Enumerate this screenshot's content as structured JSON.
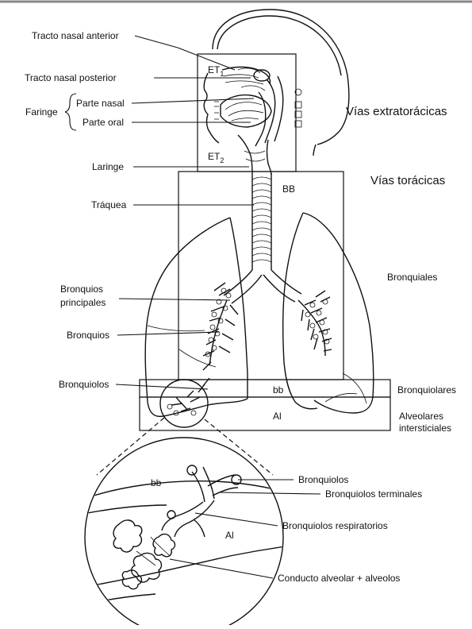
{
  "labels": {
    "tracto_nasal_anterior": "Tracto nasal anterior",
    "tracto_nasal_posterior": "Tracto nasal posterior",
    "faringe": "Faringe",
    "parte_nasal": "Parte nasal",
    "parte_oral": "Parte oral",
    "laringe": "Laringe",
    "traquea": "Tráquea",
    "bronquios_principales_1": "Bronquios",
    "bronquios_principales_2": "principales",
    "bronquios": "Bronquios",
    "bronquiolos": "Bronquiolos",
    "vias_extratoracicas": "Vías extratorácicas",
    "vias_toracicas": "Vías torácicas",
    "bronquiales": "Bronquiales",
    "bronquiolares": "Bronquiolares",
    "alveolares_1": "Alveolares",
    "alveolares_2": "intersticiales",
    "et1_base": "ET",
    "et1_sub": "1",
    "et2_base": "ET",
    "et2_sub": "2",
    "bb_region": "BB",
    "bb_small": "bb",
    "al_region": "Al",
    "detail_bb": "bb",
    "detail_al": "Al",
    "detail_bronquiolos": "Bronquiolos",
    "detail_bronquiolos_terminales": "Bronquiolos terminales",
    "detail_bronquiolos_respiratorios": "Bronquiolos respiratorios",
    "detail_conducto": "Conducto alveolar + alveolos"
  }
}
